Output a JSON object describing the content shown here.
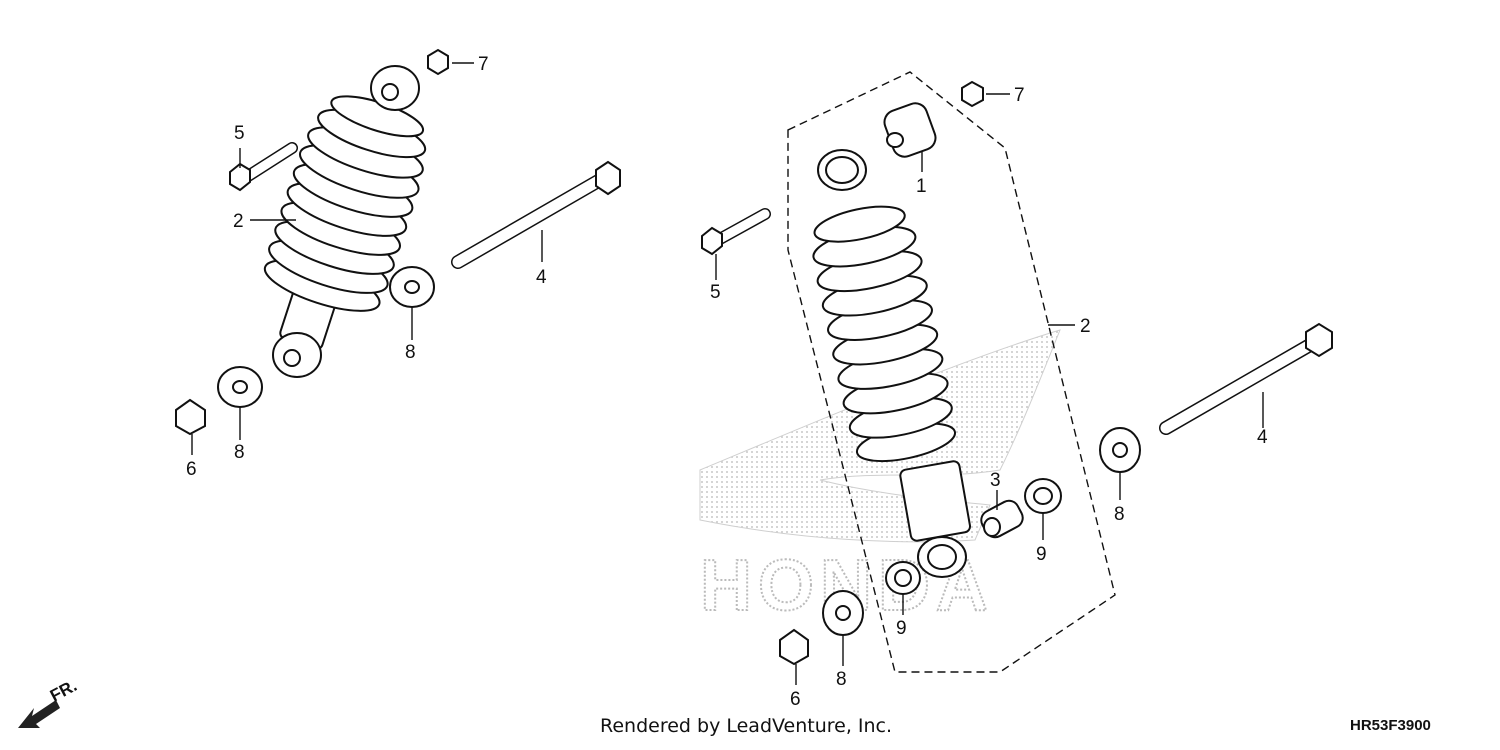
{
  "diagram": {
    "callouts": {
      "c1": "1",
      "c2a": "2",
      "c2b": "2",
      "c3": "3",
      "c4a": "4",
      "c4b": "4",
      "c5a": "5",
      "c5b": "5",
      "c6a": "6",
      "c6b": "6",
      "c7a": "7",
      "c7b": "7",
      "c8a": "8",
      "c8b": "8",
      "c8c": "8",
      "c8d": "8",
      "c9a": "9",
      "c9b": "9"
    },
    "watermark": "HONDA",
    "direction_label": "FR.",
    "footer": {
      "credit": "Rendered by LeadVenture, Inc.",
      "diagram_code": "HR53F3900"
    }
  }
}
